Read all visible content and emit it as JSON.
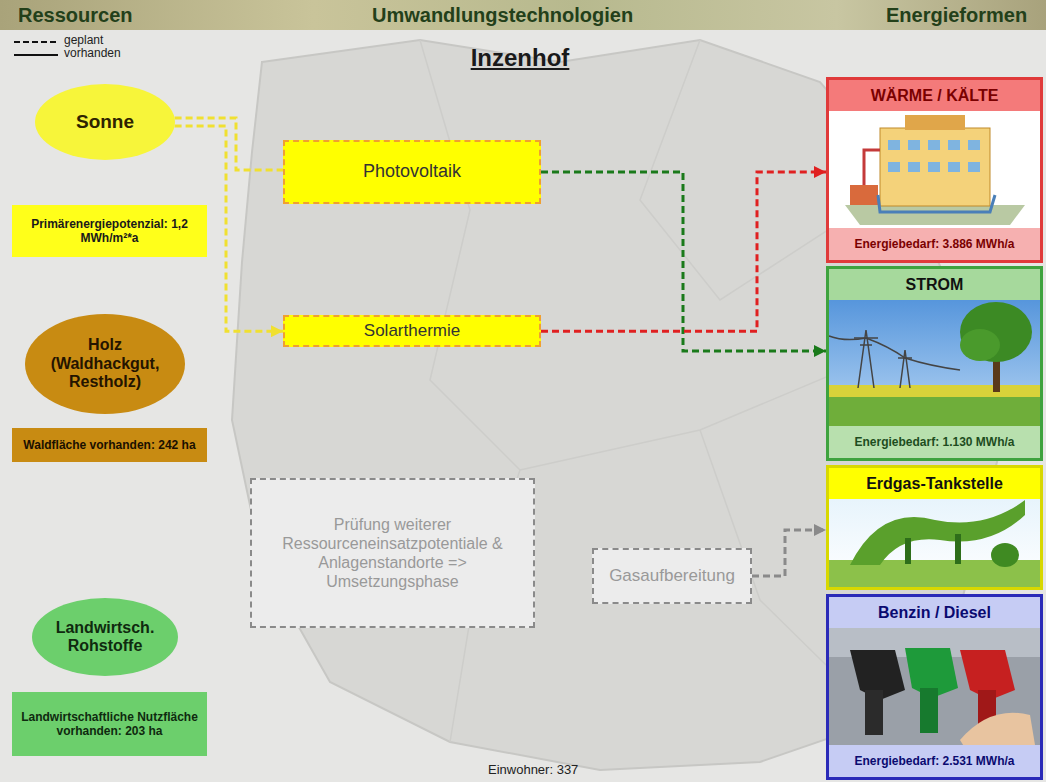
{
  "diagram": {
    "title": "Inzenhof",
    "nodes": [
      {
        "text": [
          "Sonne"
        ]
      },
      {
        "text": [
          "Primärenergiepotenzial: 1,2 MWh/m²*a"
        ]
      },
      {
        "text": [
          "Holz (Waldhackgut, Restholz)"
        ]
      },
      {
        "text": [
          "Waldfläche vorhanden: 242 ha"
        ]
      },
      {
        "text": [
          "Landwirtsch. Rohstoffe"
        ]
      },
      {
        "text": [
          "Landwirtschaftliche Nutzfläche vorhanden: 203 ha"
        ]
      },
      {
        "text": [
          "Photovoltaik"
        ]
      },
      {
        "text": [
          "Solarthermie"
        ]
      },
      {
        "text": [
          "Prüfung weiterer Ressourceneinsatzpotentiale & Anlagenstandorte => Umsetzungsphase"
        ]
      },
      {
        "text": [
          "Gasaufbereitung"
        ]
      },
      {
        "text": [
          "WÄRME / KÄLTE",
          "Energiebedarf: 3.886 MWh/a"
        ]
      },
      {
        "text": [
          "STROM",
          "Energiebedarf: 1.130 MWh/a"
        ]
      },
      {
        "text": [
          "Erdgas-Tankstelle"
        ]
      },
      {
        "text": [
          "Benzin / Diesel",
          "Energiebedarf: 2.531 MWh/a"
        ]
      }
    ],
    "edges": [
      {
        "from": 0,
        "to": 6,
        "arrow": "none"
      },
      {
        "from": 0,
        "to": 7,
        "arrow": "to"
      },
      {
        "from": 6,
        "to": 11,
        "arrow": "to"
      },
      {
        "from": 7,
        "to": 10,
        "arrow": "to"
      },
      {
        "from": 9,
        "to": 12,
        "arrow": "to"
      }
    ],
    "labels": [
      "Ressourcen",
      "Umwandlungstechnologien",
      "Energieformen",
      "Einwohner: 337"
    ],
    "legend": [
      {
        "text": "geplant"
      },
      {
        "text": "vorhanden"
      }
    ]
  }
}
